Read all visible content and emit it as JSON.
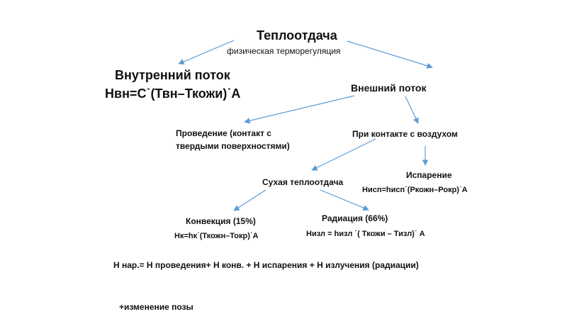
{
  "diagram": {
    "title": "Теплоотдача",
    "subtitle": "физическая терморегуляция",
    "internal": {
      "label": "Внутренний поток",
      "formula": "Нвн=С˙(Твн–Ткожи)˙А"
    },
    "external": {
      "label": "Внешний поток"
    },
    "conduction": {
      "line1": "Проведение (контакт с",
      "line2": "твердыми поверхностями)"
    },
    "air_contact": {
      "label": "При контакте с воздухом"
    },
    "evaporation": {
      "label": "Испарение",
      "formula": "Нисп=hисп˙(Ркожн–Рокр)˙А"
    },
    "dry": {
      "label": "Сухая теплоотдача"
    },
    "convection": {
      "label": "Конвекция (15%)",
      "formula": "Нк=hк˙(Ткожн–Токр)˙А"
    },
    "radiation": {
      "label": "Радиация (66%)",
      "formula": "Низл = hизл ˙( Ткожи – Тизл)˙ А"
    },
    "total": "Н нар.= Н проведения+ Н конв. + Н испарения  + Н излучения (радиации)",
    "posture": "+изменение позы"
  },
  "colors": {
    "arrow": "#5b9bd5",
    "text": "#111111",
    "background": "#ffffff"
  }
}
